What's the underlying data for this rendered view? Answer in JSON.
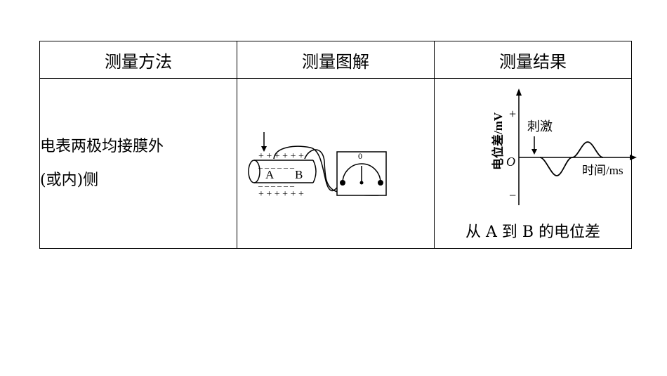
{
  "table": {
    "headers": [
      "测量方法",
      "测量图解",
      "测量结果"
    ],
    "method_line1": "电表两极均接膜外",
    "method_line2": "(或内)侧",
    "diagram": {
      "plus_top": "+ + + + + +",
      "minus_top": "_ _ _ _ _ _",
      "label_a": "A",
      "label_b": "B",
      "minus_bottom": "_ _ _ _ _ _",
      "plus_bottom": "+ + + + + +",
      "meter_zero": "0"
    },
    "graph": {
      "y_label": "电位差/mV",
      "plus": "+",
      "minus": "−",
      "origin": "O",
      "stimulus": "刺激",
      "x_label": "时间/ms"
    },
    "result_caption": "从 A  到 B  的电位差"
  }
}
